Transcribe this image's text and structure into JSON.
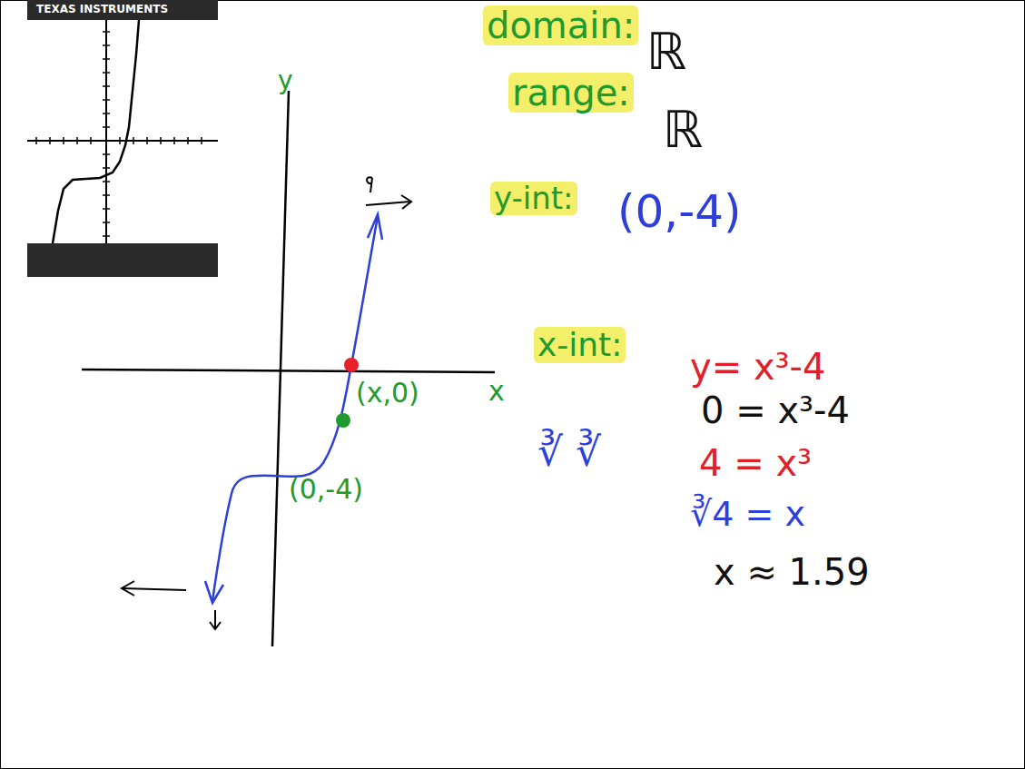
{
  "diagram": {
    "labels": [
      "TEXAS INSTRUMENTS",
      "y",
      "x",
      "(x,0)",
      "(0,-4)",
      "domain:",
      "ℝ",
      "range:",
      "ℝ",
      "y-int:",
      "(0,-4)",
      "x-int:",
      "y= x³-4",
      "0 = x³-4",
      "4 = x³",
      "∛  ∛",
      "∛4 = x",
      "x ≈ 1.59"
    ]
  }
}
